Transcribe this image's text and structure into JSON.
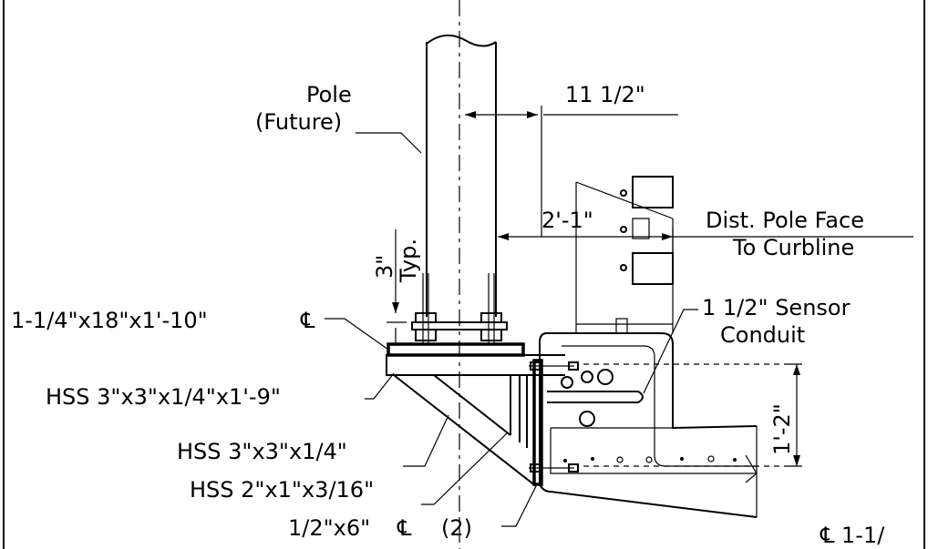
{
  "labels": {
    "pole": "Pole",
    "pole_future": "(Future)",
    "dim_11_half": "11  1/2\"",
    "dim_2_1": "2'-1\"",
    "dist_pole_face": "Dist. Pole Face",
    "to_curbline": "To Curbline",
    "dim_3": "3\"",
    "typ": "Typ.",
    "plate_main": "1-1/4\"x18\"x1'-10\"",
    "plate_symbol": "℄",
    "sensor_conduit_1": "1  1/2\"  Sensor",
    "sensor_conduit_2": "Conduit",
    "hss_1": "HSS  3\"x3\"x1/4\"x1'-9\"",
    "dim_1_2": "1'-2\"",
    "hss_2": "HSS  3\"x3\"x1/4\"",
    "hss_3": "HSS  2\"x1\"x3/16\"",
    "plate_small": "1/2\"x6\"",
    "plate_small_symbol": "℄",
    "plate_small_count": "(2)",
    "plate_corner": "℄  1-1/"
  }
}
